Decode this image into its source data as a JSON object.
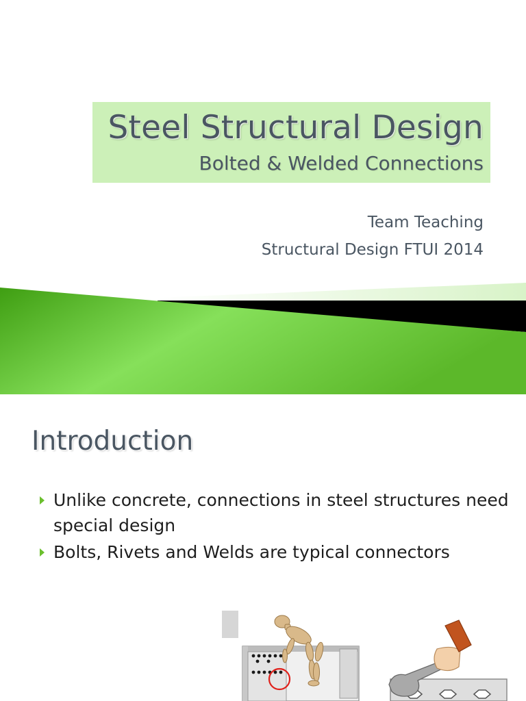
{
  "slides": [
    {
      "title": "Steel Structural Design",
      "subtitle": "Bolted & Welded Connections",
      "authors": [
        "Team Teaching",
        "Structural Design FTUI 2014"
      ]
    },
    {
      "heading": "Introduction",
      "bullets": [
        "Unlike concrete, connections in steel structures need special design",
        "Bolts, Rivets and Welds are typical connectors"
      ]
    }
  ],
  "colors": {
    "title_box": "#ccf0b8",
    "heading_text": "#4a5662",
    "body_text": "#1e1e1e",
    "accent_green": "#6bbf2e",
    "band_black": "#000000"
  },
  "icons": {
    "bullet": "triangle-right-icon",
    "illustration_left": "wooden-mannequin-lifting-beam",
    "illustration_right": "hand-wrench-bolt"
  }
}
